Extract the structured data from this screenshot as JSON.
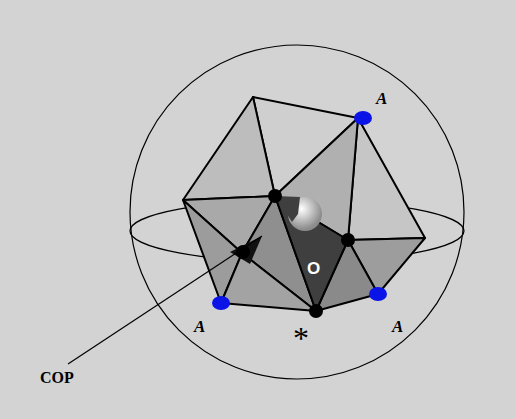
{
  "diagram": {
    "labels": [
      "A",
      "A",
      "A",
      "O",
      "*",
      "COP"
    ]
  }
}
